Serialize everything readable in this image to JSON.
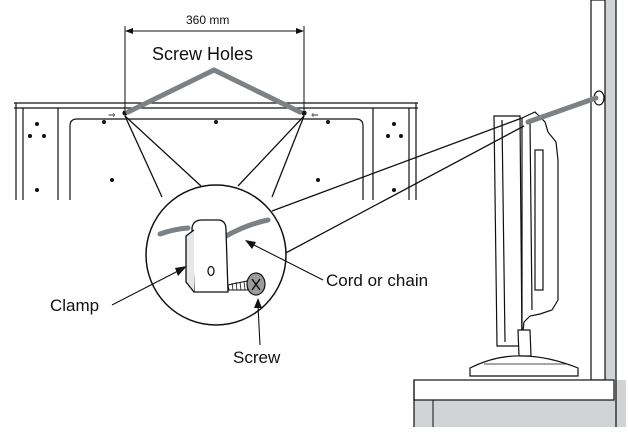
{
  "figure": {
    "dimension_label": "360 mm",
    "labels": {
      "screw_holes": "Screw Holes",
      "cord_or_chain": "Cord or chain",
      "clamp": "Clamp",
      "screw": "Screw"
    },
    "colors": {
      "line": "#111111",
      "cord": "#7d8183",
      "wall_shade": "#d2d3d4",
      "screw_head": "#9a9c9e"
    }
  }
}
